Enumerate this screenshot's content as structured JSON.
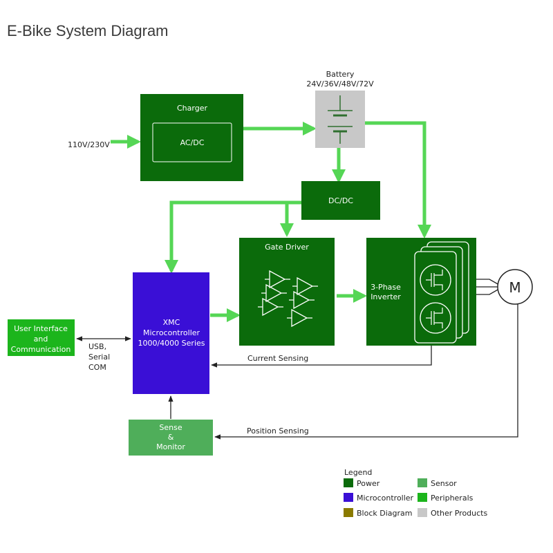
{
  "title": "E-Bike System Diagram",
  "input_label": "110V/230V",
  "battery": {
    "name": "Battery",
    "voltages": "24V/36V/48V/72V"
  },
  "charger": {
    "title": "Charger",
    "inner": "AC/DC"
  },
  "dcdc": "DC/DC",
  "gate_driver": "Gate Driver",
  "inverter": {
    "line1": "3-Phase",
    "line2": "Inverter"
  },
  "motor": "M",
  "mcu": {
    "line1": "XMC",
    "line2": "Microcontroller",
    "line3": "1000/4000 Series"
  },
  "ui": {
    "line1": "User Interface",
    "line2": "and",
    "line3": "Communication"
  },
  "usb": {
    "line1": "USB,",
    "line2": "Serial",
    "line3": "COM"
  },
  "sense": {
    "line1": "Sense",
    "line2": "&",
    "line3": "Monitor"
  },
  "current_sensing": "Current Sensing",
  "position_sensing": "Position Sensing",
  "legend": {
    "title": "Legend",
    "items": [
      {
        "label": "Power",
        "color": "#0b6b0b"
      },
      {
        "label": "Sensor",
        "color": "#4fae5a"
      },
      {
        "label": "Microcontroller",
        "color": "#3a0fd6"
      },
      {
        "label": "Peripherals",
        "color": "#1cb51c"
      },
      {
        "label": "Block Diagram",
        "color": "#8a7a00"
      },
      {
        "label": "Other Products",
        "color": "#c8c8c8"
      }
    ]
  },
  "colors": {
    "power": "#0b6b0b",
    "arrow": "#55d655",
    "mcu": "#3a0fd6",
    "peripheral": "#1cb51c",
    "sensor": "#4fae5a",
    "battery": "#c8c8c8"
  }
}
